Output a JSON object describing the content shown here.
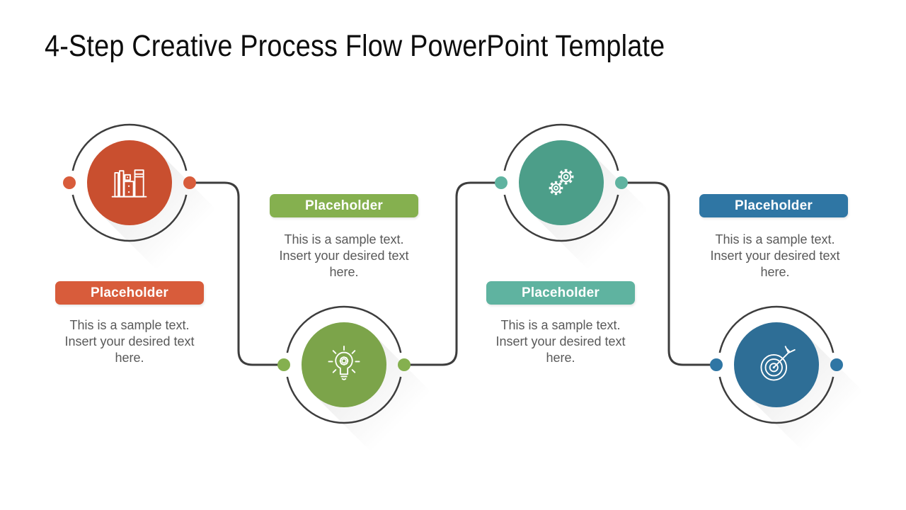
{
  "title": "4-Step Creative Process Flow PowerPoint Template",
  "colors": {
    "background": "#FFFFFF",
    "title_text": "#0D0D0D",
    "body_text": "#595959",
    "ring": "#3D3D3D",
    "connector": "#3D3D3D"
  },
  "steps": [
    {
      "name": "step-1",
      "icon": "books-icon",
      "circle_color": "#C94F2F",
      "accent_color": "#D85C3B",
      "label": "Placeholder",
      "body": "This is a sample text.\nInsert your desired text\nhere."
    },
    {
      "name": "step-2",
      "icon": "lightbulb-gear-icon",
      "circle_color": "#7CA44A",
      "accent_color": "#85B04F",
      "label": "Placeholder",
      "body": "This is a sample text.\nInsert your desired text\nhere."
    },
    {
      "name": "step-3",
      "icon": "gears-icon",
      "circle_color": "#4C9E89",
      "accent_color": "#5FB3A0",
      "label": "Placeholder",
      "body": "This is a sample text.\nInsert your desired text\nhere."
    },
    {
      "name": "step-4",
      "icon": "target-arrow-icon",
      "circle_color": "#2E6E96",
      "accent_color": "#2F76A4",
      "label": "Placeholder",
      "body": "This is a sample text.\nInsert your desired text\nhere."
    }
  ]
}
